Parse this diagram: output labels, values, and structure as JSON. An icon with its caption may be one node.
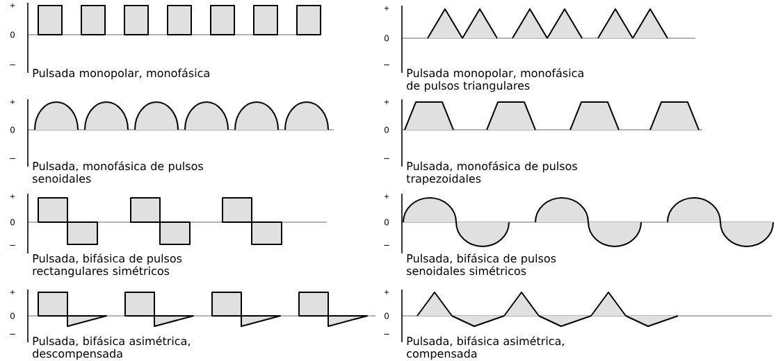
{
  "diagram": {
    "labels": [
      "+",
      "0",
      "−",
      "Pulsada monopolar, monofásica",
      "+",
      "0",
      "−",
      "Pulsada monopolar, monofásica de pulsos triangulares",
      "+",
      "0",
      "−",
      "Pulsada, monofásica de pulsos senoidales",
      "+",
      "0",
      "−",
      "Pulsada, monofásica de pulsos trapezoidales",
      "+",
      "0",
      "−",
      "Pulsada, bifásica de pulsos rectangulares simétricos",
      "+",
      "0",
      "−",
      "Pulsada, bifásica de pulsos senoidales simétricos",
      "+",
      "0",
      "−",
      "Pulsada, bifásica asimétrica, descompensada",
      "+",
      "0",
      "−",
      "Pulsada, bifásica asimétrica, compensada"
    ]
  }
}
